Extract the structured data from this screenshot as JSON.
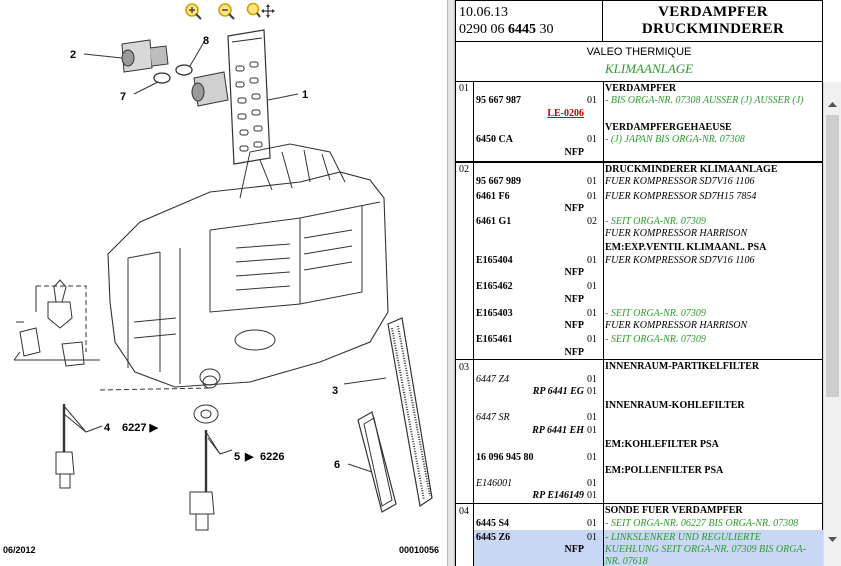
{
  "toolbar": {
    "zoom_in_icon": "zoom-in-icon",
    "zoom_out_icon": "zoom-out-icon",
    "pan_icon": "zoom-pan-icon"
  },
  "diagram": {
    "callouts": [
      "1",
      "2",
      "3",
      "4",
      "5",
      "6",
      "7",
      "8"
    ],
    "ref_4": "6227 ▶",
    "ref_6": "6226",
    "ref_6_arrow": "▶",
    "footer_left": "06/2012",
    "footer_right": "00010056"
  },
  "header": {
    "date": "10.06.13",
    "ref_prefix": "0290 06",
    "ref_bold": "6445",
    "ref_suffix": "30",
    "title_line1": "VERDAMPFER",
    "title_line2": "DRUCKMINDERER",
    "manufacturer": "VALEO THERMIQUE",
    "system": "KLIMAANLAGE"
  },
  "groups": [
    {
      "num": "01",
      "lines": [
        {
          "part": "95 667 987",
          "qty": "01",
          "desc": "VERDAMPFER"
        },
        {
          "note_green": "- BIS ORGA-NR. 07308 AUSSER (J) AUSSER (J)"
        },
        {
          "link": "LE-0206"
        },
        {
          "desc": "VERDAMPFERGEHAEUSE"
        },
        {
          "part": "6450 CA",
          "qty": "01",
          "note_green": "- (J) JAPAN BIS ORGA-NR. 07308"
        },
        {
          "nfp": "NFP"
        }
      ]
    },
    {
      "num": "02",
      "lines": [
        {
          "part": "95 667 989",
          "qty": "01",
          "desc": "DRUCKMINDERER KLIMAANLAGE",
          "note": "FUER KOMPRESSOR SD7V16 1106"
        },
        {
          "part": "6461 F6",
          "qty": "01",
          "note": "FUER KOMPRESSOR SD7H15 7854",
          "nfp": "NFP"
        },
        {
          "part": "6461 G1",
          "qty": "02",
          "note_green": "- SEIT ORGA-NR. 07309",
          "note": "FUER KOMPRESSOR HARRISON"
        },
        {
          "desc": "EM:EXP.VENTIL KLIMAANL. PSA"
        },
        {
          "part": "E165404",
          "qty": "01",
          "note": "FUER KOMPRESSOR SD7V16 1106",
          "nfp": "NFP"
        },
        {
          "part": "E165462",
          "qty": "01",
          "nfp": "NFP"
        },
        {
          "part": "E165403",
          "qty": "01",
          "note_green": "- SEIT ORGA-NR. 07309",
          "note": "FUER KOMPRESSOR HARRISON",
          "nfp": "NFP"
        },
        {
          "part": "E165461",
          "qty": "01",
          "note_green": "- SEIT ORGA-NR. 07309",
          "nfp": "NFP"
        }
      ]
    },
    {
      "num": "03",
      "lines": [
        {
          "part": "6447 Z4",
          "qty": "01",
          "desc": "INNENRAUM-PARTIKELFILTER"
        },
        {
          "rp": "RP 6441 EG",
          "qty": "01"
        },
        {
          "part": "6447 SR",
          "qty": "01",
          "desc": "INNENRAUM-KOHLEFILTER"
        },
        {
          "rp": "RP 6441 EH",
          "qty": "01"
        },
        {
          "desc": "EM:KOHLEFILTER PSA"
        },
        {
          "part": "16 096 945 80",
          "qty": "01"
        },
        {
          "desc": "EM:POLLENFILTER PSA"
        },
        {
          "part": "E146001",
          "qty": "01"
        },
        {
          "rp": "RP E146149",
          "qty": "01"
        }
      ]
    },
    {
      "num": "04",
      "lines": [
        {
          "desc": "SONDE FUER VERDAMPFER"
        },
        {
          "part": "6445 S4",
          "qty": "01",
          "note_green": "- SEIT ORGA-NR. 06227 BIS ORGA-NR. 07308"
        },
        {
          "part": "6445 Z6",
          "qty": "01",
          "note_green": "- LINKSLENKER UND REGULIERTE"
        },
        {
          "note_green": "KUEHLUNG SEIT ORGA-NR. 07309 BIS ORGA-",
          "nfp": "NFP"
        },
        {
          "note_green": "NR. 07618"
        }
      ]
    }
  ],
  "scrollbar": {
    "up_icon": "scroll-up-arrow-icon",
    "down_icon": "scroll-down-arrow-icon"
  },
  "colors": {
    "note_green": "#2e9a2e",
    "link_red": "#c00000",
    "selected_row": "#c8d8f4",
    "zoom_icon_yellow": "#f0c000"
  }
}
